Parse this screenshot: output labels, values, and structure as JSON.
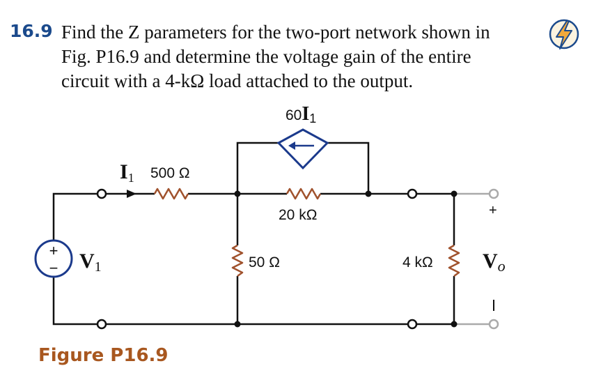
{
  "problem": {
    "number": "16.9",
    "lines": [
      "Find the Z parameters for the two-port network shown in",
      "Fig. P16.9 and determine the voltage gain of the entire",
      "circuit with a 4-kΩ load attached to the output."
    ]
  },
  "figure": {
    "caption": "Figure P16.9",
    "labels": {
      "dependent_source_coef": "60",
      "dependent_source_var": "I",
      "dependent_source_sub": "1",
      "current_var": "I",
      "current_sub": "1",
      "r_series": "500 Ω",
      "r_bridge": "20 kΩ",
      "r_shunt": "50 Ω",
      "r_load": "4 kΩ",
      "source_var": "V",
      "source_sub": "1",
      "source_plus": "+",
      "source_minus": "−",
      "output_var": "V",
      "output_sub": "o",
      "output_plus": "+",
      "output_minus": "−"
    },
    "colors": {
      "wire": "#111111",
      "resistor": "#a0522d",
      "source": "#1b3a8c",
      "output_terminal": "#aaaaaa",
      "accent": "#1b4a8c",
      "caption": "#a8571f"
    },
    "icon": "lightning-bolt-icon"
  }
}
